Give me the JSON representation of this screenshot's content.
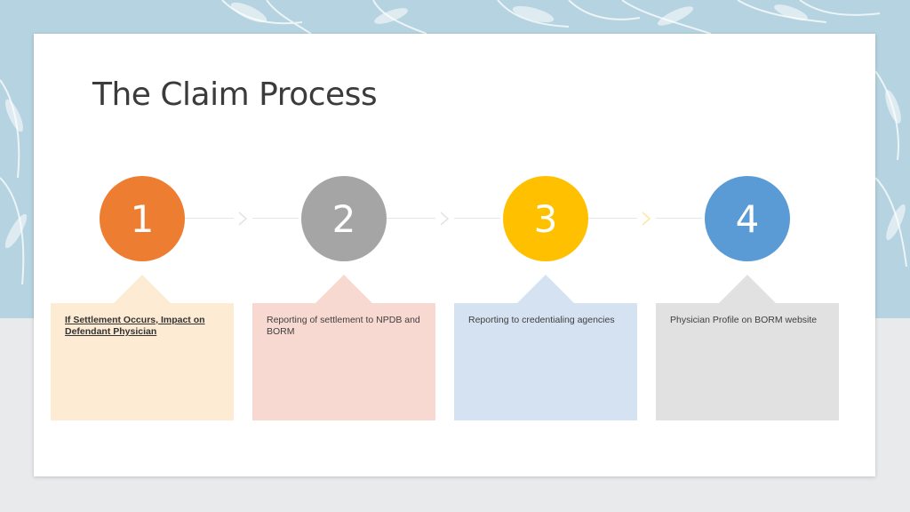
{
  "slide": {
    "title": "The Claim Process"
  },
  "steps": [
    {
      "number": "1",
      "color": "#ed7d31",
      "box_color": "#fdebd3",
      "text": "If Settlement Occurs, Impact on Defendant Physician"
    },
    {
      "number": "2",
      "color": "#a5a5a5",
      "box_color": "#f8d9d1",
      "text": "Reporting of settlement to NPDB and BORM"
    },
    {
      "number": "3",
      "color": "#ffc000",
      "box_color": "#d5e2f1",
      "text": "Reporting to credentialing agencies"
    },
    {
      "number": "4",
      "color": "#5b9bd5",
      "box_color": "#e1e1e1",
      "text": "Physician Profile on BORM website"
    }
  ],
  "decor": {
    "background_pattern": "leaf-pattern",
    "accent_color": "#b5d3e0"
  }
}
